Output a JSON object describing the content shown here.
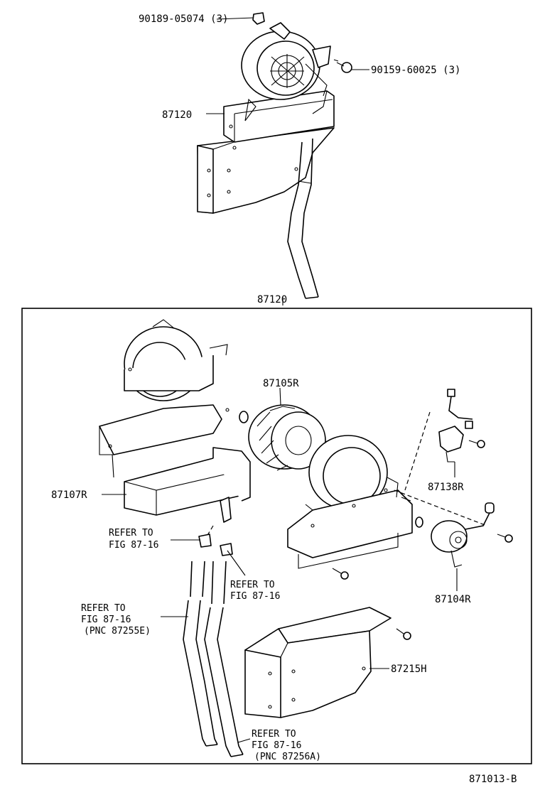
{
  "top_assembly": {
    "label_main": "87120",
    "label_screw_top": "90189-05074 (3)",
    "label_screw_right": "90159-60025 (3)"
  },
  "exploded_box": {
    "title": "87120",
    "labels": {
      "fan": "87105R",
      "resistor": "87138R",
      "case_upper": "87107R",
      "motor": "87104R",
      "duct": "87215H"
    },
    "refer_notes": {
      "a_line1": "REFER TO",
      "a_line2": "FIG 87-16",
      "b_line1": "REFER TO",
      "b_line2": "FIG 87-16",
      "c_line1": "REFER TO",
      "c_line2": "FIG 87-16",
      "c_line3": "(PNC 87255E)",
      "d_line1": "REFER TO",
      "d_line2": "FIG 87-16",
      "d_line3": "(PNC 87256A)"
    }
  },
  "figure_id": "871013-B"
}
